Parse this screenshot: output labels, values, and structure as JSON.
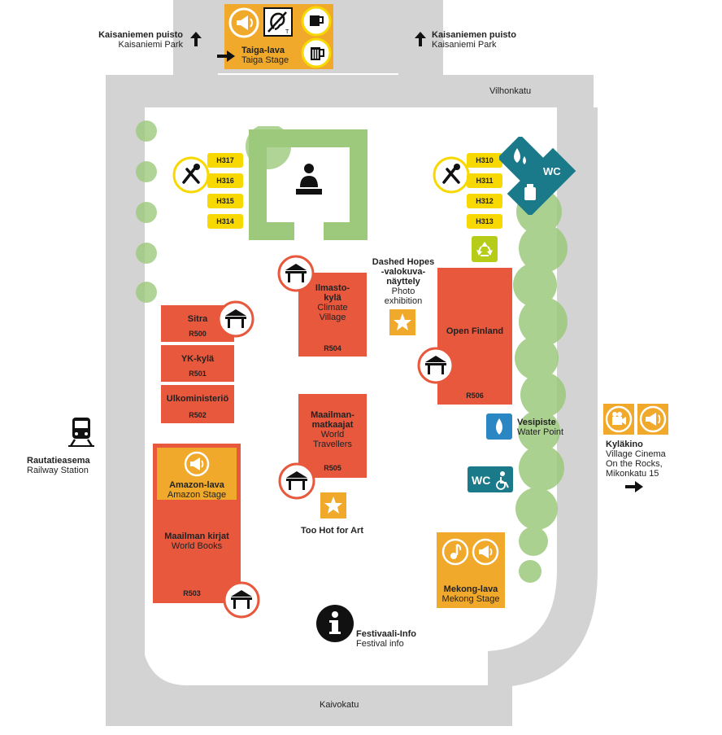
{
  "streets": {
    "north": "Vilhonkatu",
    "south": "Kaivokatu"
  },
  "park_left": {
    "fi": "Kaisaniemen puisto",
    "en": "Kaisaniemi Park"
  },
  "park_right": {
    "fi": "Kaisaniemen puisto",
    "en": "Kaisaniemi Park"
  },
  "taiga_stage": {
    "fi": "Taiga-lava",
    "en": "Taiga Stage"
  },
  "railway": {
    "fi": "Rautatieasema",
    "en": "Railway Station"
  },
  "cinema": {
    "fi": "Kyläkino",
    "en_1": "Village Cinema",
    "en_2": "On the Rocks,",
    "en_3": "Mikonkatu 15"
  },
  "restaurant_left": [
    "H317",
    "H316",
    "H315",
    "H314"
  ],
  "restaurant_right": [
    "H310",
    "H311",
    "H312",
    "H313"
  ],
  "tents": {
    "sitra": {
      "name": "Sitra",
      "code": "R500"
    },
    "yk": {
      "name": "YK-kylä",
      "code": "R501"
    },
    "ulko": {
      "name": "Ulkoministeriö",
      "code": "R502"
    },
    "world_books": {
      "fi": "Maailman kirjat",
      "en": "World Books",
      "code": "R503"
    },
    "climate": {
      "fi_1": "Ilmasto-",
      "fi_2": "kylä",
      "en_1": "Climate",
      "en_2": "Village",
      "code": "R504"
    },
    "travellers": {
      "fi_1": "Maailman-",
      "fi_2": "matkaajat",
      "en_1": "World",
      "en_2": "Travellers",
      "code": "R505"
    },
    "open_finland": {
      "name": "Open Finland",
      "code": "R506"
    }
  },
  "amazon_stage": {
    "fi": "Amazon-lava",
    "en": "Amazon Stage"
  },
  "mekong_stage": {
    "fi": "Mekong-lava",
    "en": "Mekong Stage"
  },
  "dashed_hopes": {
    "l1": "Dashed Hopes",
    "l2": "-valokuva-",
    "l3": "näyttely",
    "l4": "Photo",
    "l5": "exhibition"
  },
  "too_hot": "Too Hot for Art",
  "water_point": {
    "fi": "Vesipiste",
    "en": "Water Point"
  },
  "festival_info": {
    "fi": "Festivaali-Info",
    "en": "Festival info"
  },
  "wc_label": "WC",
  "colors": {
    "road": "#d3d3d3",
    "tent": "#e8583d",
    "stage": "#f0a92a",
    "restaurant": "#f7d800",
    "park": "#9cc97c",
    "teal": "#1a7a8a",
    "water_blue": "#2b87c4",
    "recycle": "#b5cc18"
  }
}
